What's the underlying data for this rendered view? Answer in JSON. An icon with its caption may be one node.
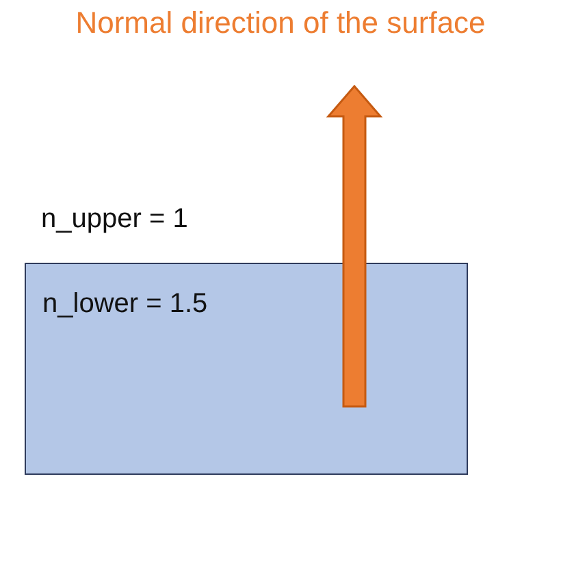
{
  "diagram": {
    "nodes": [
      {
        "text": [
          "n_lower = 1.5"
        ]
      }
    ],
    "labels": [
      "Normal direction of the surface",
      "n_upper = 1"
    ]
  }
}
